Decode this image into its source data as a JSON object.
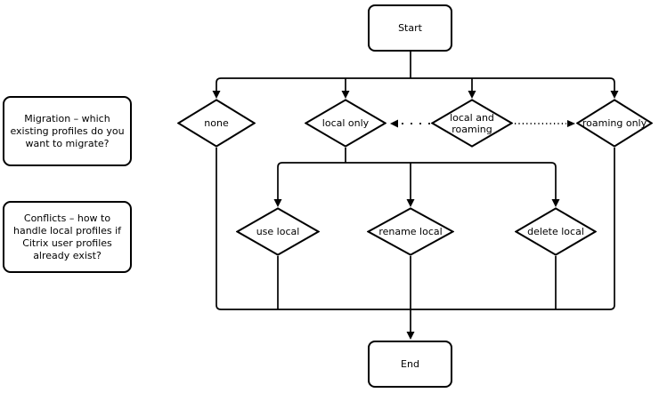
{
  "canvas": {
    "background": "#ffffff",
    "stroke_color": "#000000",
    "shape_fill": "#ffffff"
  },
  "nodes": {
    "start": {
      "label": "Start",
      "type": "terminator"
    },
    "end": {
      "label": "End",
      "type": "terminator"
    },
    "none": {
      "label": "none",
      "type": "decision"
    },
    "local_only": {
      "label": "local only",
      "type": "decision"
    },
    "local_and_roaming": {
      "label": "local and roaming",
      "type": "decision"
    },
    "roaming_only": {
      "label": "roaming only",
      "type": "decision"
    },
    "use_local": {
      "label": "use local",
      "type": "decision"
    },
    "rename_local": {
      "label": "rename local",
      "type": "decision"
    },
    "delete_local": {
      "label": "delete local",
      "type": "decision"
    }
  },
  "notes": {
    "migration": {
      "text": "Migration – which existing profiles do you want to migrate?"
    },
    "conflicts": {
      "text": "Conflicts – how to handle local profiles if Citrix user profiles already exist?"
    }
  }
}
